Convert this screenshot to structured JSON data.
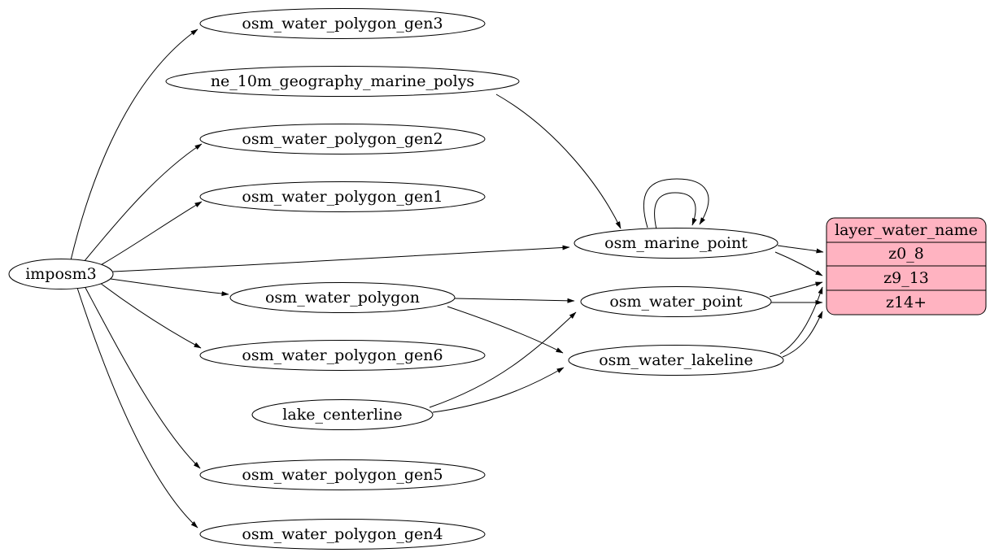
{
  "diagram": {
    "kind": "etl-flow-graph",
    "nodes": {
      "imposm3": "imposm3",
      "osm_water_polygon_gen3": "osm_water_polygon_gen3",
      "ne_10m_geography_marine_polys": "ne_10m_geography_marine_polys",
      "osm_water_polygon_gen2": "osm_water_polygon_gen2",
      "osm_water_polygon_gen1": "osm_water_polygon_gen1",
      "osm_water_polygon": "osm_water_polygon",
      "osm_water_polygon_gen6": "osm_water_polygon_gen6",
      "lake_centerline": "lake_centerline",
      "osm_water_polygon_gen5": "osm_water_polygon_gen5",
      "osm_water_polygon_gen4": "osm_water_polygon_gen4",
      "osm_marine_point": "osm_marine_point",
      "osm_water_point": "osm_water_point",
      "osm_water_lakeline": "osm_water_lakeline"
    },
    "record": {
      "title": "layer_water_name",
      "rows": [
        "z0_8",
        "z9_13",
        "z14+"
      ]
    },
    "colors": {
      "record_fill": "#ffb3c1",
      "node_fill": "#ffffff",
      "stroke": "#000000",
      "background": "#ffffff"
    },
    "edges": [
      {
        "from": "imposm3",
        "to": "osm_water_polygon_gen3"
      },
      {
        "from": "imposm3",
        "to": "osm_water_polygon_gen2"
      },
      {
        "from": "imposm3",
        "to": "osm_water_polygon_gen1"
      },
      {
        "from": "imposm3",
        "to": "osm_marine_point"
      },
      {
        "from": "imposm3",
        "to": "osm_water_polygon"
      },
      {
        "from": "imposm3",
        "to": "osm_water_polygon_gen6"
      },
      {
        "from": "imposm3",
        "to": "osm_water_polygon_gen5"
      },
      {
        "from": "imposm3",
        "to": "osm_water_polygon_gen4"
      },
      {
        "from": "ne_10m_geography_marine_polys",
        "to": "osm_marine_point"
      },
      {
        "from": "osm_marine_point",
        "to": "osm_marine_point"
      },
      {
        "from": "osm_marine_point",
        "to": "osm_marine_point"
      },
      {
        "from": "osm_water_polygon",
        "to": "osm_water_point"
      },
      {
        "from": "osm_water_polygon",
        "to": "osm_water_lakeline"
      },
      {
        "from": "lake_centerline",
        "to": "osm_water_point"
      },
      {
        "from": "lake_centerline",
        "to": "osm_water_lakeline"
      },
      {
        "from": "osm_marine_point",
        "to": "layer_water_name:z0_8"
      },
      {
        "from": "osm_marine_point",
        "to": "layer_water_name:z9_13"
      },
      {
        "from": "osm_water_point",
        "to": "layer_water_name:z9_13"
      },
      {
        "from": "osm_water_point",
        "to": "layer_water_name:z14+"
      },
      {
        "from": "osm_water_lakeline",
        "to": "layer_water_name:z9_13"
      },
      {
        "from": "osm_water_lakeline",
        "to": "layer_water_name:z14+"
      }
    ]
  }
}
